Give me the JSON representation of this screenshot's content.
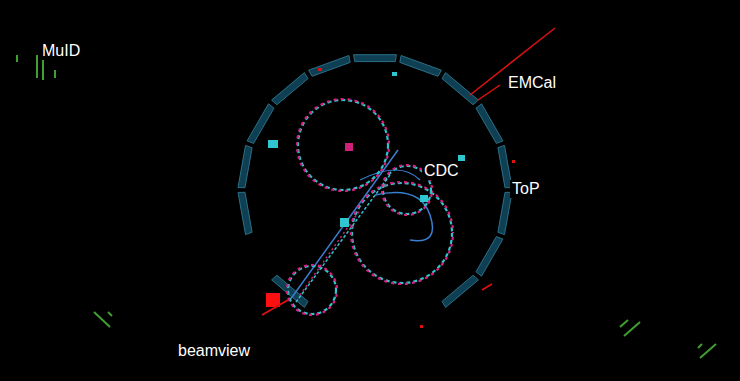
{
  "diagram": {
    "labels": [
      "MuID",
      "EMCal",
      "CDC",
      "ToP",
      "beamview"
    ]
  }
}
